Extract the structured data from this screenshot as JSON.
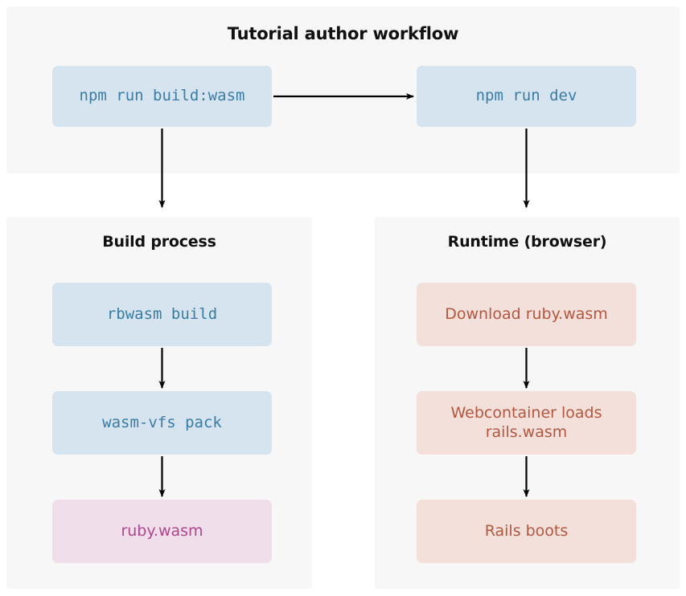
{
  "diagram": {
    "title_top": "Tutorial author workflow",
    "panels": [
      {
        "id": "top",
        "title": "Tutorial author workflow",
        "nodes": [
          {
            "id": "npm-build-wasm",
            "label": "npm run build:wasm",
            "style": "cmd"
          },
          {
            "id": "npm-run-dev",
            "label": "npm run dev",
            "style": "cmd"
          }
        ]
      },
      {
        "id": "build",
        "title": "Build process",
        "nodes": [
          {
            "id": "rbwasm-build",
            "label": "rbwasm build",
            "style": "cmd"
          },
          {
            "id": "wasm-vfs-pack",
            "label": "wasm-vfs pack",
            "style": "cmd"
          },
          {
            "id": "ruby-wasm",
            "label": "ruby.wasm",
            "style": "artifact"
          }
        ]
      },
      {
        "id": "runtime",
        "title": "Runtime (browser)",
        "nodes": [
          {
            "id": "download-ruby-wasm",
            "label": "Download ruby.wasm",
            "style": "runtime"
          },
          {
            "id": "webcontainer-loads",
            "label": "Webcontainer loads\nrails.wasm",
            "style": "runtime"
          },
          {
            "id": "rails-boots",
            "label": "Rails boots",
            "style": "runtime"
          }
        ]
      }
    ],
    "edges": [
      {
        "id": "edge-build-to-dev",
        "from": "npm-build-wasm",
        "to": "npm-run-dev",
        "direction": "right"
      },
      {
        "id": "edge-build-to-buildproc",
        "from": "npm-build-wasm",
        "to": "rbwasm-build",
        "direction": "down"
      },
      {
        "id": "edge-dev-to-runtime",
        "from": "npm-run-dev",
        "to": "download-ruby-wasm",
        "direction": "down"
      },
      {
        "id": "edge-rbwasm-to-vfs",
        "from": "rbwasm-build",
        "to": "wasm-vfs-pack",
        "direction": "down"
      },
      {
        "id": "edge-vfs-to-rubywasm",
        "from": "wasm-vfs-pack",
        "to": "ruby-wasm",
        "direction": "down"
      },
      {
        "id": "edge-download-to-webc",
        "from": "download-ruby-wasm",
        "to": "webcontainer-loads",
        "direction": "down"
      },
      {
        "id": "edge-webc-to-rails",
        "from": "webcontainer-loads",
        "to": "rails-boots",
        "direction": "down"
      }
    ],
    "colors": {
      "page_background": "#ffffff",
      "panel_background": "#f7f7f7",
      "cmd_fill": "#d6e4ef",
      "cmd_text": "#3a7ca5",
      "artifact_fill": "#f0dfea",
      "artifact_text": "#b0468f",
      "runtime_fill": "#f3e0db",
      "runtime_text": "#b5563f",
      "title_text": "#111111",
      "edge_stroke": "#000000"
    }
  }
}
